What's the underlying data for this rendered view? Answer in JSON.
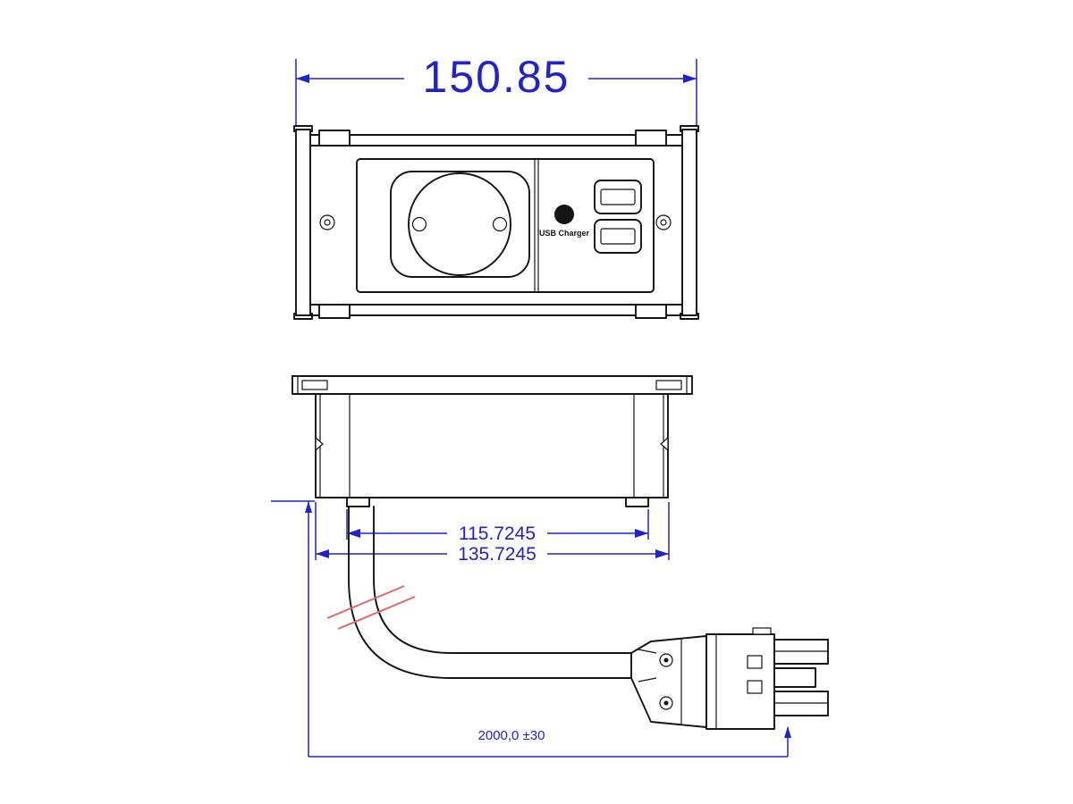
{
  "colors": {
    "line": "#141414",
    "dimension": "#2222cc",
    "break_mark": "#e06a6a",
    "background": "#ffffff"
  },
  "front_view": {
    "overall_width_dim": "150.85",
    "usb_label": "USB Charger"
  },
  "bottom_view": {
    "inner_width_dim": "115.7245",
    "outer_width_dim": "135.7245"
  },
  "cable": {
    "length_dim": "2000,0 ±30"
  }
}
